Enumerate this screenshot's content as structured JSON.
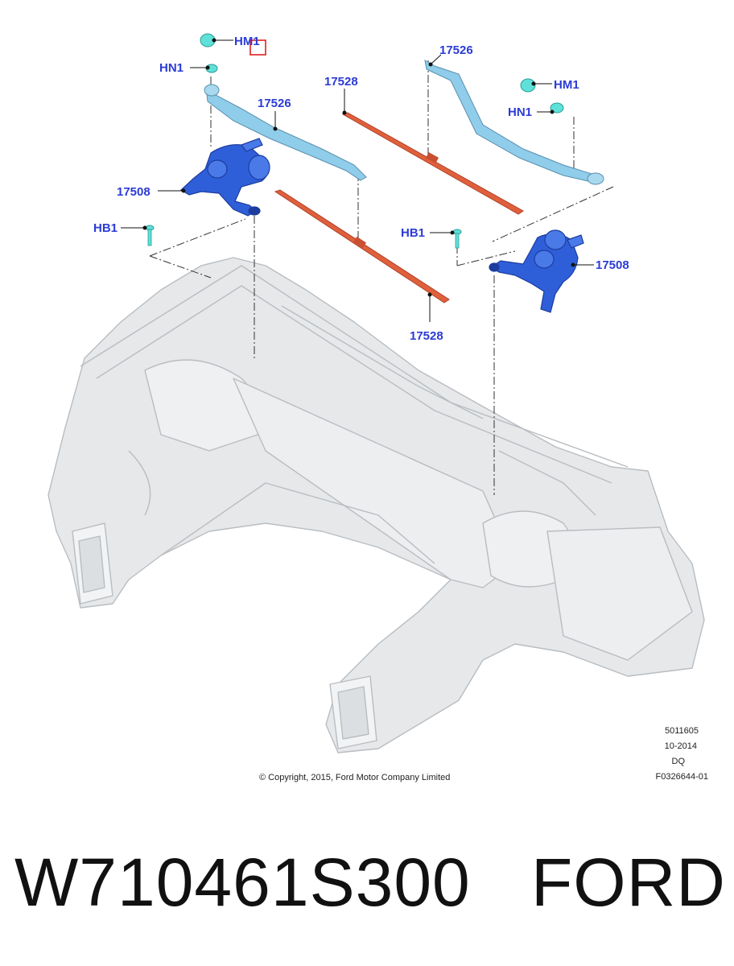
{
  "diagram": {
    "callouts": {
      "hm1_left": "HM1",
      "hn1_left": "HN1",
      "arm_left": "17526",
      "blade_top": "17528",
      "motor_left": "17508",
      "hb1_left": "HB1",
      "arm_right": "17526",
      "hm1_right": "HM1",
      "hn1_right": "HN1",
      "hb1_right": "HB1",
      "motor_right": "17508",
      "blade_bottom": "17528"
    },
    "copyright": "© Copyright, 2015, Ford Motor Company Limited",
    "meta_lines": [
      "5011605",
      "10-2014",
      "DQ",
      "F0326644-01"
    ],
    "colors": {
      "callout_text": "#2b3bd6",
      "motor": "#2f5fd8",
      "arm": "#8fcdea",
      "blade": "#e0603c",
      "fastener": "#5fe0d8",
      "highlight_box": "#e02020",
      "body_panel": "#e6e8ea"
    }
  },
  "caption": {
    "part_number": "W710461S300",
    "brand": "FORD"
  }
}
